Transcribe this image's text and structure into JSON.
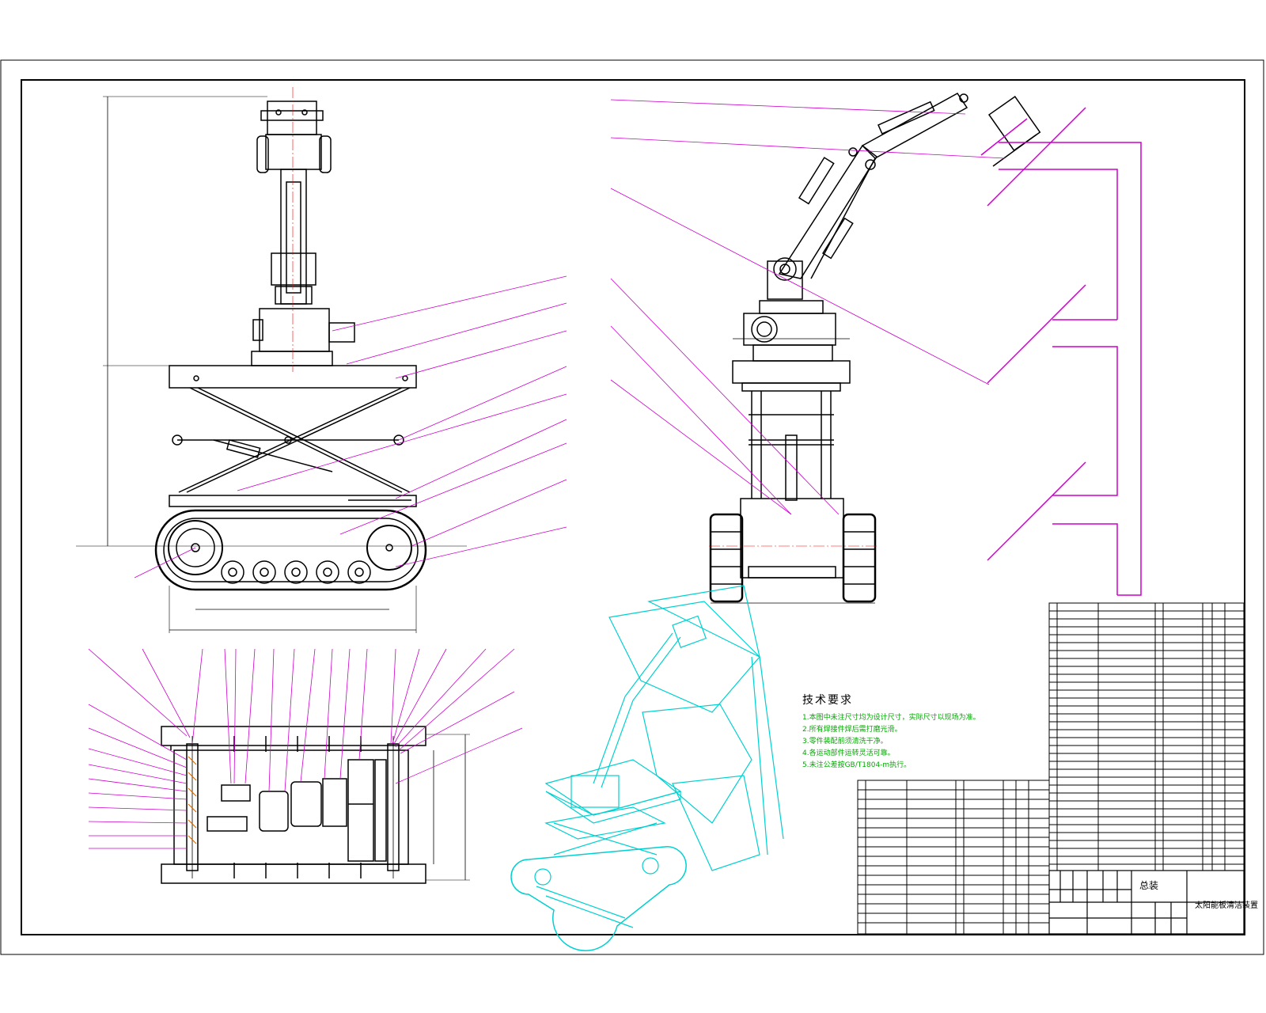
{
  "tech_requirements": {
    "title": "技术要求",
    "lines": [
      "1.本图中未注尺寸均为设计尺寸，实际尺寸以现场为准。",
      "2.所有焊接件焊后需打磨光滑。",
      "3.零件装配前须清洗干净。",
      "4.各运动部件运转灵活可靠。",
      "5.未注公差按GB/T1804-m执行。"
    ]
  },
  "title_block": {
    "name": "总装",
    "title": "太阳能板清洁装置"
  },
  "colors": {
    "linework": "#000000",
    "leaders": "#cc00cc",
    "iso_view": "#00d0d0",
    "notes": "#00aa00",
    "centerline": "#ff0000"
  }
}
